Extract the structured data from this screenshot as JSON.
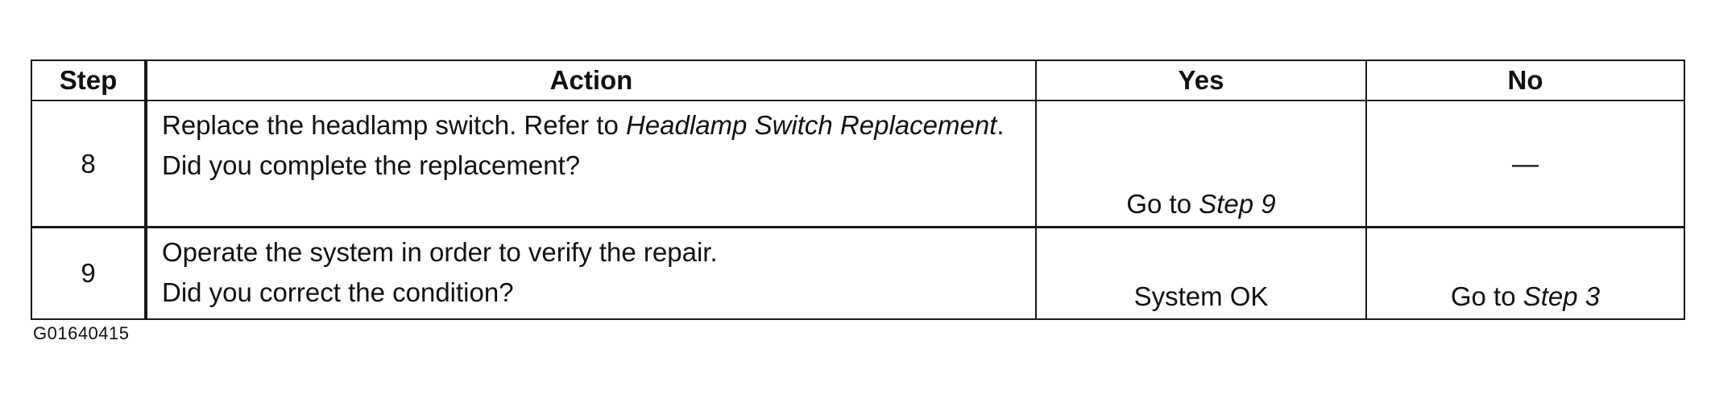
{
  "table": {
    "headers": {
      "step": "Step",
      "action": "Action",
      "yes": "Yes",
      "no": "No"
    },
    "rows": [
      {
        "step": "8",
        "action_text": "Replace the headlamp switch. Refer to ",
        "action_ref": "Headlamp Switch Replacement",
        "action_end": ".",
        "question": "Did you complete the replacement?",
        "yes_prefix": "Go to ",
        "yes_ref": "Step 9",
        "no_text": "—"
      },
      {
        "step": "9",
        "action_text": "Operate the system in order to verify the repair.",
        "question": "Did you correct the condition?",
        "yes_text": "System OK",
        "no_prefix": "Go to ",
        "no_ref": "Step 3"
      }
    ]
  },
  "figure_id": "G01640415"
}
